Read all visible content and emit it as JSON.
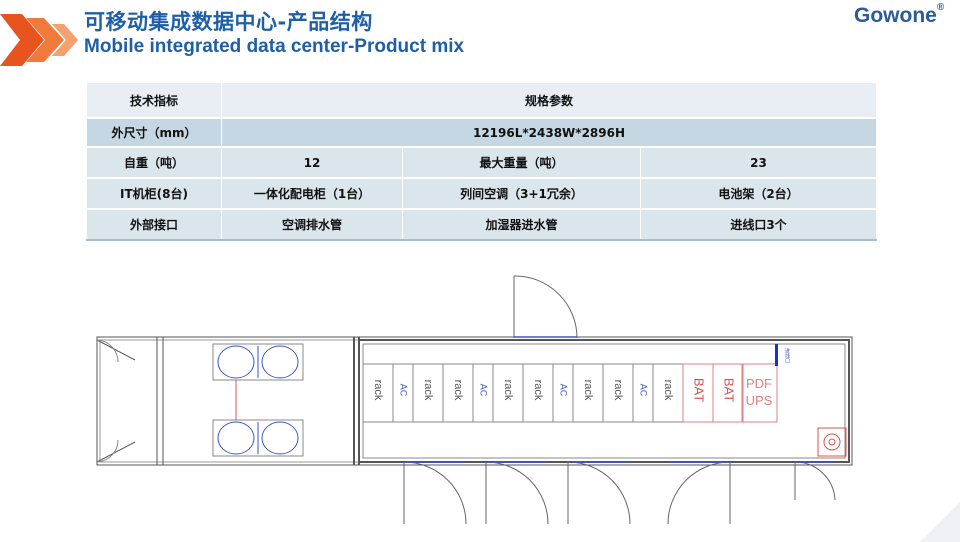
{
  "header": {
    "title_zh": "可移动集成数据中心-产品结构",
    "title_en": "Mobile integrated data center-Product mix",
    "brand": "Gowone",
    "brand_mark": "®"
  },
  "spec_table": {
    "head_label": "技术指标",
    "head_value": "规格参数",
    "size_label": "外尺寸（mm）",
    "size_value": "12196L*2438W*2896H",
    "weight_label": "自重（吨）",
    "weight_value": "12",
    "maxweight_label": "最大重量（吨）",
    "maxweight_value": "23",
    "it_label": "IT机柜(8台)",
    "it_item1": "一体化配电柜（1台）",
    "it_item2": "列间空调（3+1冗余）",
    "it_item3": "电池架（2台）",
    "port_label": "外部接口",
    "port_item1": "空调排水管",
    "port_item2": "加湿器进水管",
    "port_item3": "进线口3个"
  },
  "floor_plan": {
    "cells": [
      {
        "text": "rack",
        "color": "#555555"
      },
      {
        "text": "AC",
        "color": "#3a56c8"
      },
      {
        "text": "rack",
        "color": "#555555"
      },
      {
        "text": "rack",
        "color": "#555555"
      },
      {
        "text": "AC",
        "color": "#3a56c8"
      },
      {
        "text": "rack",
        "color": "#555555"
      },
      {
        "text": "rack",
        "color": "#555555"
      },
      {
        "text": "AC",
        "color": "#3a56c8"
      },
      {
        "text": "rack",
        "color": "#555555"
      },
      {
        "text": "rack",
        "color": "#555555"
      },
      {
        "text": "AC",
        "color": "#3a56c8"
      },
      {
        "text": "rack",
        "color": "#555555"
      },
      {
        "text": "BAT",
        "color": "#d9534f"
      },
      {
        "text": "BAT",
        "color": "#d9534f"
      }
    ],
    "pdf_label": "PDF",
    "ups_label": "UPS",
    "cable_entry_label": "进线口"
  },
  "colors": {
    "title": "#1f5fa8",
    "chevron": "#e8541e",
    "header_row": "#e8eef3",
    "accent_row": "#c5d7e2",
    "body_row": "#dbe5ec"
  }
}
